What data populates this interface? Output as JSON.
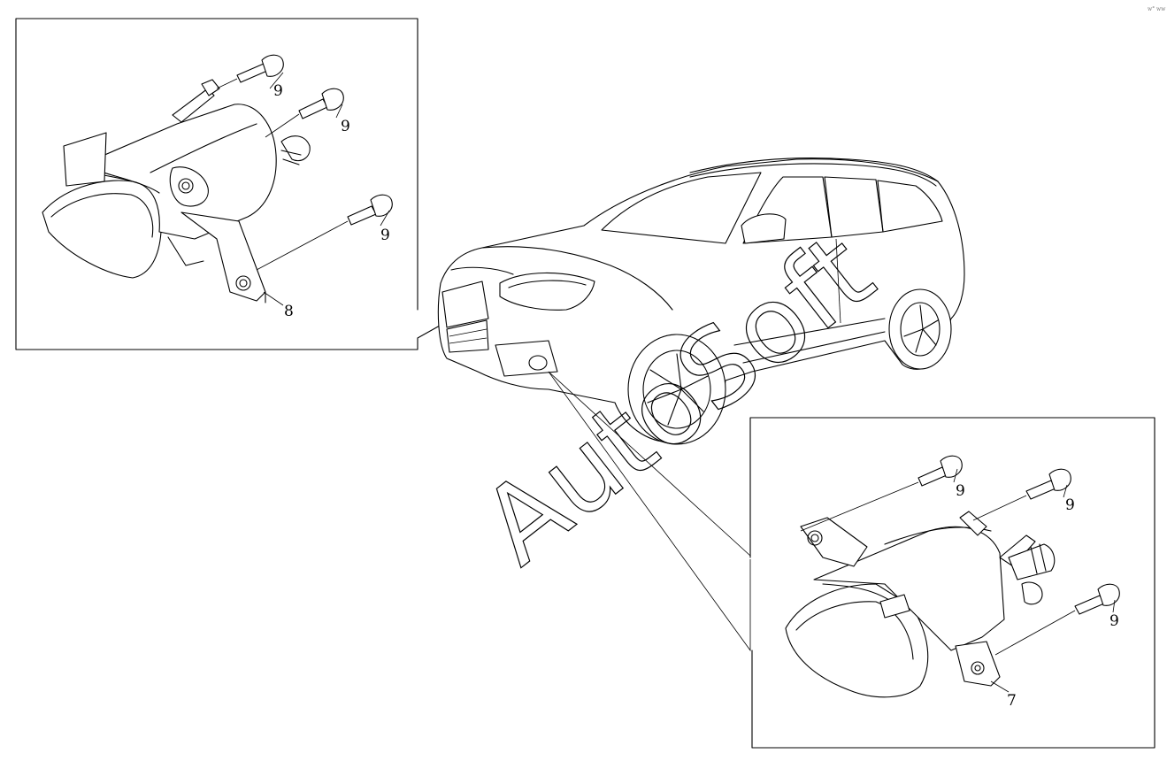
{
  "diagram": {
    "callouts": [
      {
        "id": "left-bolt-top",
        "label": "9"
      },
      {
        "id": "left-bolt-middle",
        "label": "9"
      },
      {
        "id": "left-bolt-lower",
        "label": "9"
      },
      {
        "id": "left-bracket",
        "label": "8"
      },
      {
        "id": "right-bolt-left",
        "label": "9"
      },
      {
        "id": "right-bolt-right",
        "label": "9"
      },
      {
        "id": "right-bolt-lower",
        "label": "9"
      },
      {
        "id": "right-bracket",
        "label": "7"
      }
    ],
    "watermark": "AutoSoft",
    "corner_mark": "w° ww"
  }
}
